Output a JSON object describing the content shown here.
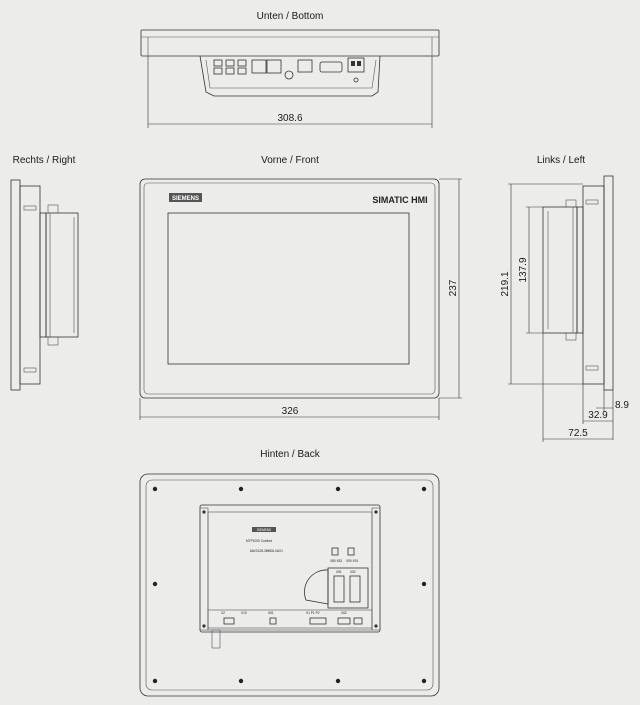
{
  "views": {
    "bottom": "Unten / Bottom",
    "right": "Rechts / Right",
    "front": "Vorne / Front",
    "left": "Links / Left",
    "back": "Hinten / Back"
  },
  "dimensions": {
    "bottom_width": "308.6",
    "front_width": "326",
    "front_height": "237",
    "side_height": "219.1",
    "side_inner_height": "137.9",
    "side_depth_small": "8.9",
    "side_depth_mid": "32.9",
    "side_depth_total": "72.5"
  },
  "front_panel": {
    "logo": "SIEMENS",
    "brand": "SIMATIC HMI"
  },
  "back_label": {
    "logo": "SIEMENS",
    "model": "MTP1000 Comfort",
    "order": "6AV2128-3MB06-0AX1",
    "port1": "X80  X81",
    "port2": "X90 X91",
    "port3": "X1  P1  P2",
    "port4": "X61",
    "port5": "X62",
    "port6": "X2",
    "port7": "X10",
    "card1": "X51",
    "card2": "X52"
  }
}
